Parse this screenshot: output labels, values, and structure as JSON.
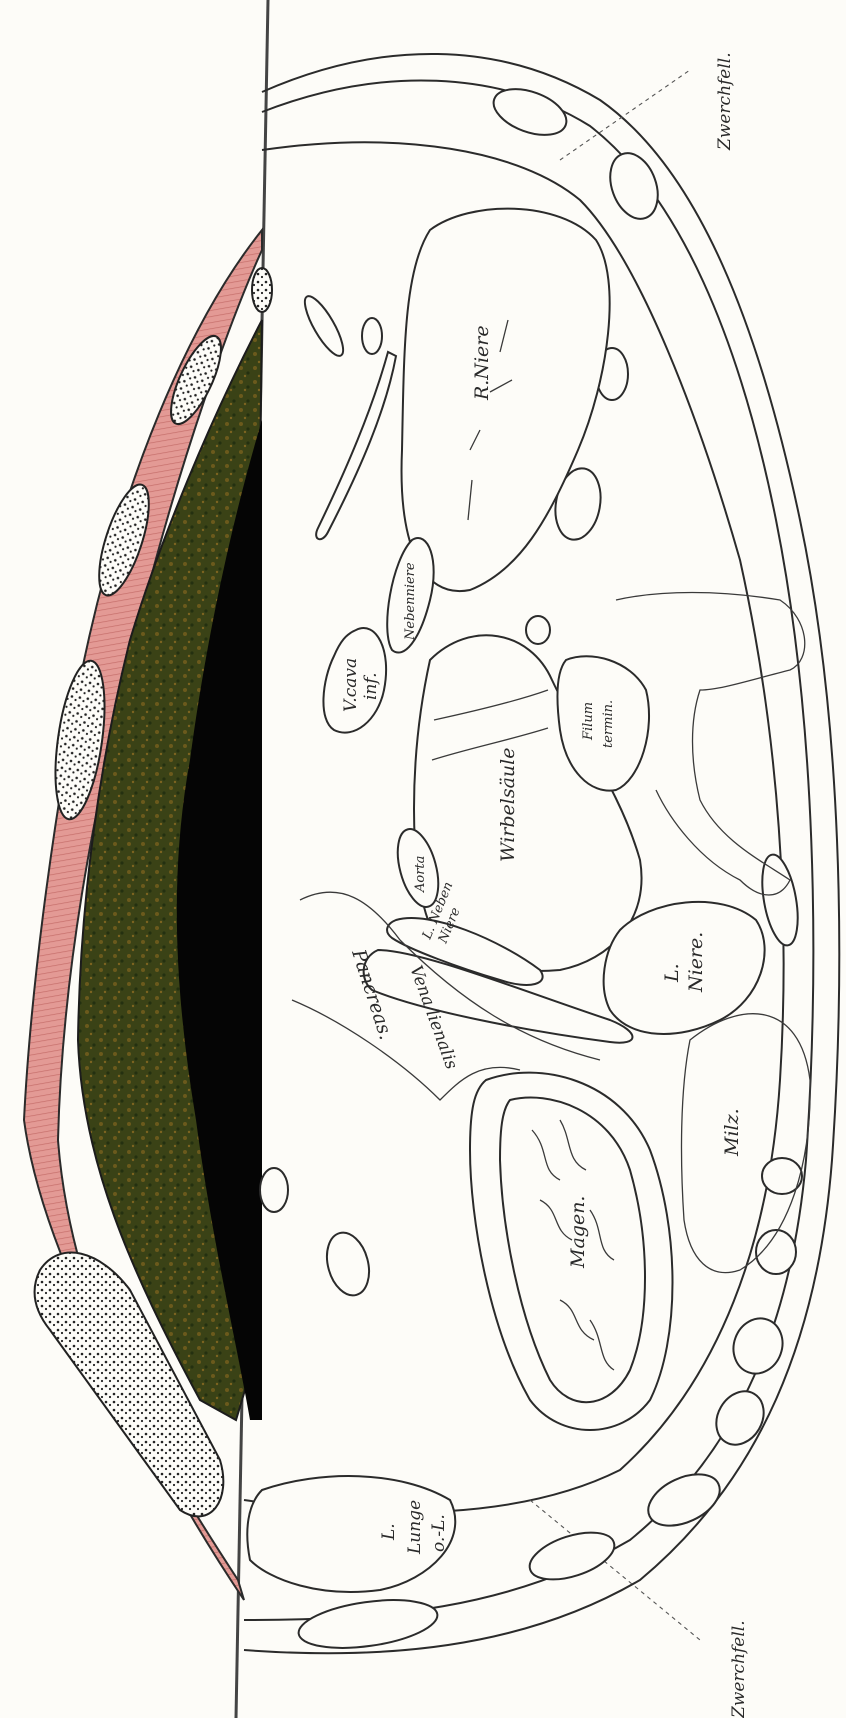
{
  "labels": {
    "zwerchfell_top": "Zwerchfell.",
    "zwerchfell_bottom": "Zwerchfell.",
    "r_niere": "R.Niere",
    "nebenniere": "Nebenniere",
    "v_cava_line1": "V.cava",
    "v_cava_line2": "inf.",
    "wirbelsaule": "Wirbelsäule",
    "filum_line1": "Filum",
    "filum_line2": "termin.",
    "aorta": "Aorta",
    "l_neben_line1": "L. Neben",
    "l_neben_line2": "Niere",
    "vena_lienalis": "Vena lienalis",
    "pancreas": "Pancreas.",
    "l_niere_line1": "L.",
    "l_niere_line2": "Niere.",
    "milz": "Milz.",
    "magen": "Magen.",
    "lunge_line1": "L.",
    "lunge_line2": "Lunge",
    "lunge_line3": "o.-L."
  },
  "colors": {
    "muscle": "#d98a86",
    "liver_dark": "#2f3a14",
    "liver_mid": "#5b5a1f",
    "liver_warm": "#7a5a1c",
    "cavity": "#050505",
    "paper": "#fdfcf8",
    "ink": "#2b2b2b"
  }
}
